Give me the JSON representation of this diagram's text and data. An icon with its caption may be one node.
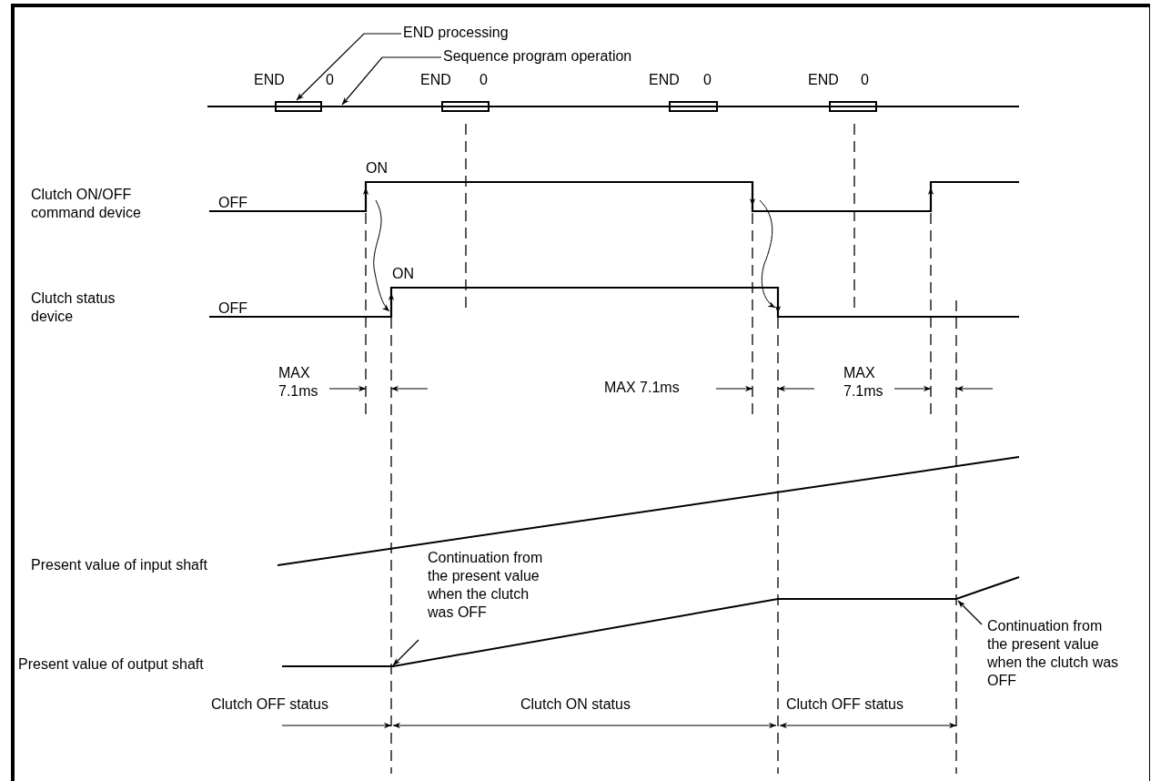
{
  "diagram": {
    "nodes": [
      {
        "text": [
          "END processing"
        ]
      },
      {
        "text": [
          "Sequence program operation"
        ]
      },
      {
        "text": [],
        "shape": "box"
      },
      {
        "text": [],
        "shape": "box"
      },
      {
        "text": [],
        "shape": "box"
      },
      {
        "text": [],
        "shape": "box"
      },
      {
        "text": [
          "Continuation from the present value when the clutch was OFF"
        ]
      },
      {
        "text": [
          "Continuation from the present value when the clutch was OFF"
        ]
      },
      {
        "text": [],
        "shape": "line"
      }
    ],
    "edges": [
      {
        "from": 0,
        "to": 2,
        "arrow": "to"
      },
      {
        "from": 1,
        "to": 8,
        "arrow": "to"
      },
      {
        "from": 6,
        "to": null,
        "arrow": "to"
      },
      {
        "from": 7,
        "to": null,
        "arrow": "to"
      }
    ],
    "labels": [
      "END",
      "0",
      "END",
      "0",
      "END",
      "0",
      "END",
      "0",
      "ON",
      "Clutch ON/OFF command device",
      "OFF",
      "ON",
      "Clutch status device",
      "OFF",
      "MAX 7.1ms",
      "MAX 7.1ms",
      "MAX 7.1ms",
      "Present value of input shaft",
      "Present value of output shaft",
      "Clutch OFF status",
      "Clutch ON status",
      "Clutch OFF status"
    ]
  }
}
